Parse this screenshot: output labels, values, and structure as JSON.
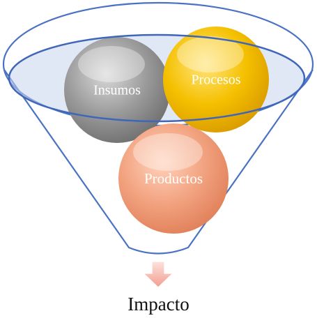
{
  "diagram": {
    "circles": [
      {
        "label": "Insumos",
        "color": "#9a9a9a"
      },
      {
        "label": "Procesos",
        "color": "#f5c000"
      },
      {
        "label": "Productos",
        "color": "#f2a27f"
      }
    ],
    "output_label": "Impacto",
    "funnel_outline_color": "#4a72c4",
    "arrow_color": "#f4b6ad"
  }
}
